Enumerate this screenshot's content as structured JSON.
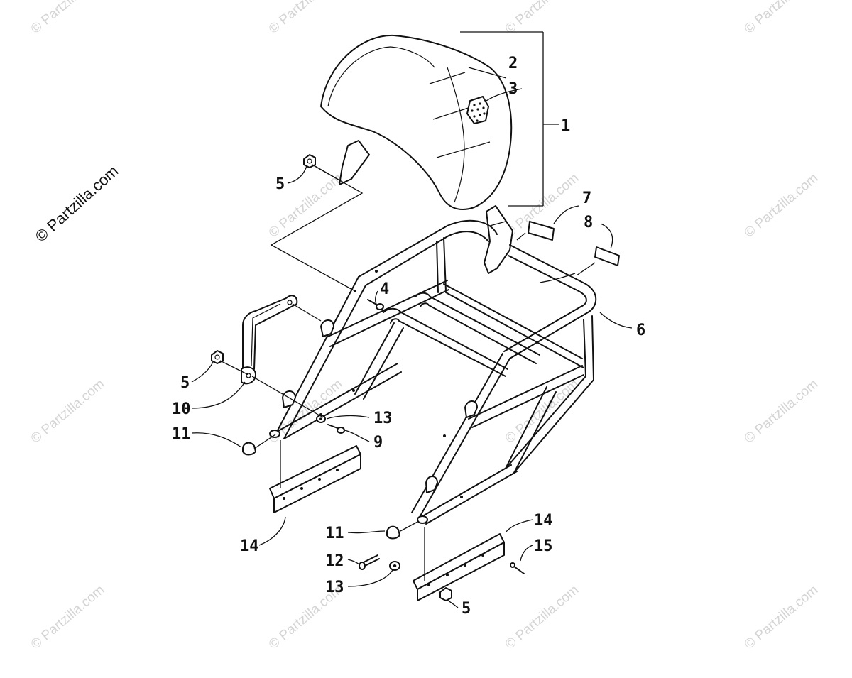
{
  "diagram": {
    "callouts": [
      {
        "id": "c1",
        "text": "1"
      },
      {
        "id": "c2",
        "text": "2"
      },
      {
        "id": "c3",
        "text": "3"
      },
      {
        "id": "c4",
        "text": "4"
      },
      {
        "id": "c5a",
        "text": "5"
      },
      {
        "id": "c5b",
        "text": "5"
      },
      {
        "id": "c5c",
        "text": "5"
      },
      {
        "id": "c6",
        "text": "6"
      },
      {
        "id": "c7",
        "text": "7"
      },
      {
        "id": "c8",
        "text": "8"
      },
      {
        "id": "c9",
        "text": "9"
      },
      {
        "id": "c10",
        "text": "10"
      },
      {
        "id": "c11a",
        "text": "11"
      },
      {
        "id": "c11b",
        "text": "11"
      },
      {
        "id": "c12",
        "text": "12"
      },
      {
        "id": "c13a",
        "text": "13"
      },
      {
        "id": "c13b",
        "text": "13"
      },
      {
        "id": "c14a",
        "text": "14"
      },
      {
        "id": "c14b",
        "text": "14"
      },
      {
        "id": "c15",
        "text": "15"
      }
    ]
  },
  "watermark": {
    "main_text": "© Partzilla.com",
    "tile_text": "© Partzilla.com"
  },
  "colors": {
    "line": "#111111",
    "watermark": "#d4d4d4",
    "background": "#ffffff"
  }
}
